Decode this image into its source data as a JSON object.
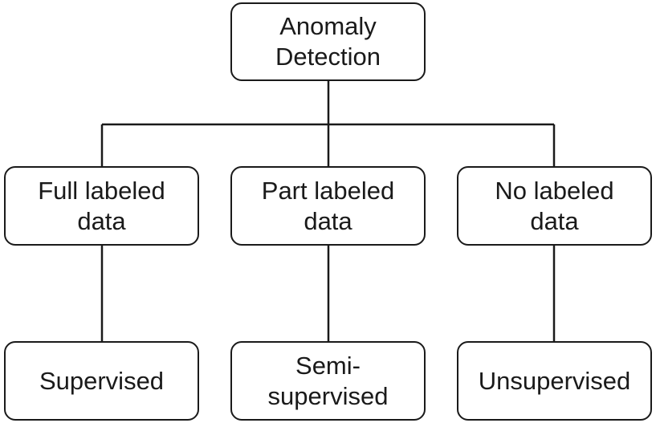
{
  "diagram": {
    "root": {
      "line1": "Anomaly",
      "line2": "Detection"
    },
    "data_conditions": [
      {
        "line1": "Full labeled",
        "line2": "data"
      },
      {
        "line1": "Part labeled",
        "line2": "data"
      },
      {
        "line1": "No labeled",
        "line2": "data"
      }
    ],
    "methods": [
      {
        "line1": "Supervised"
      },
      {
        "line1": "Semi-",
        "line2": "supervised"
      },
      {
        "line1": "Unsupervised"
      }
    ],
    "colors": {
      "stroke": "#1a1a1a",
      "background": "#ffffff"
    }
  }
}
